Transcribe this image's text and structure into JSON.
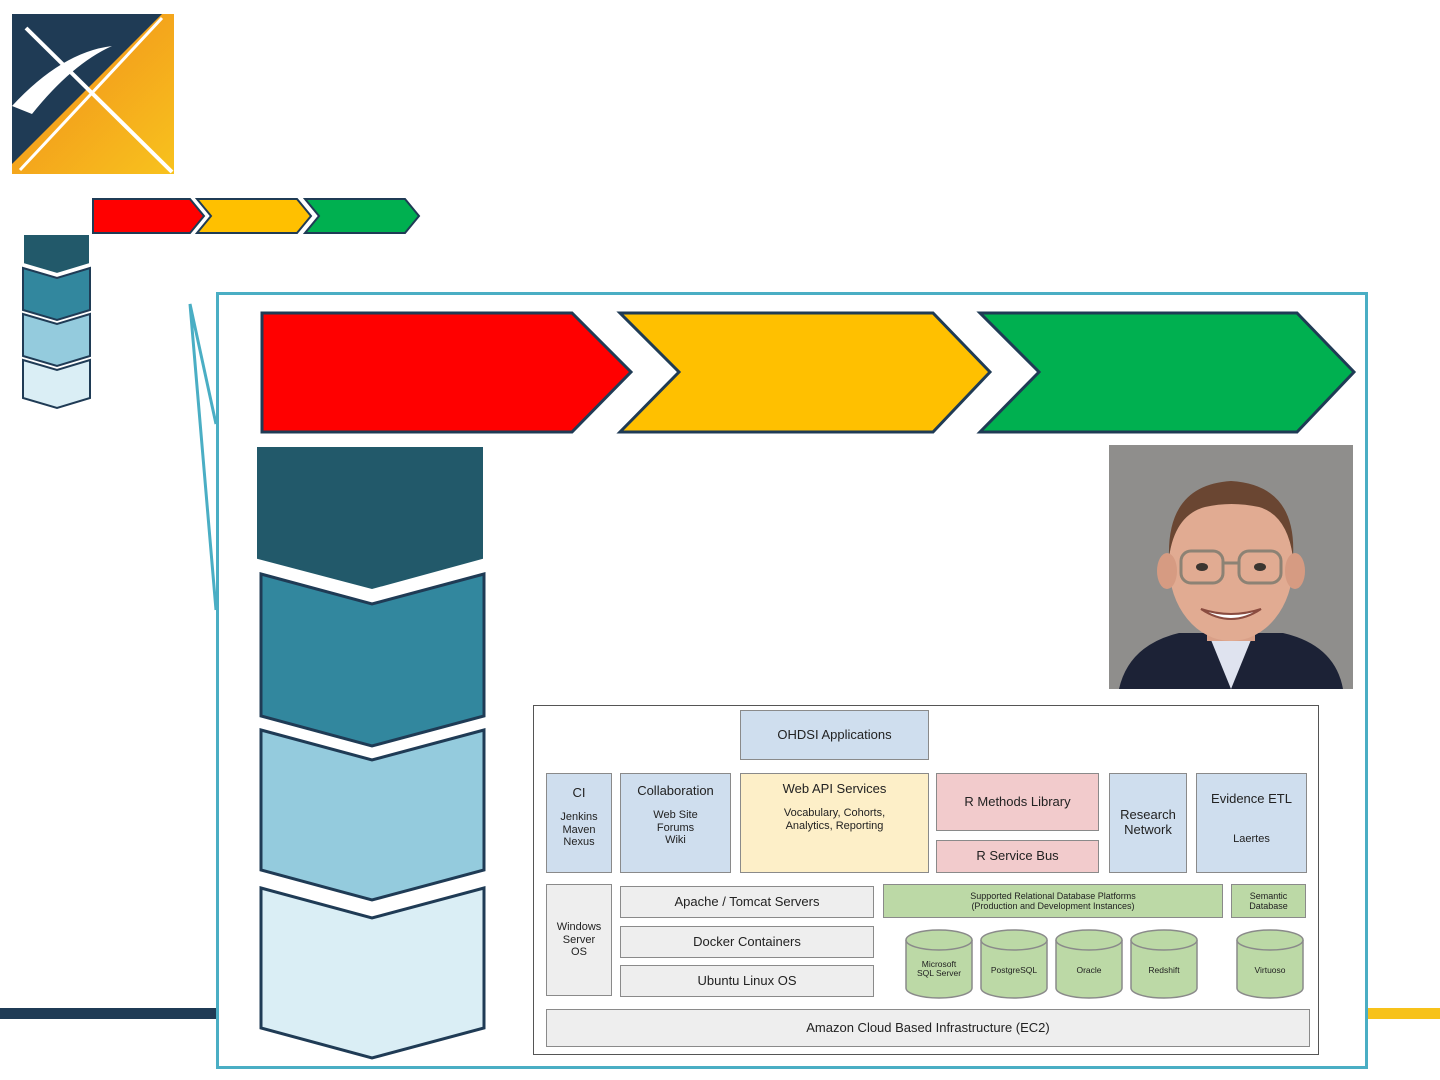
{
  "colors": {
    "navy": "#1f3b55",
    "orange": "#f39c1f",
    "yellow_accent": "#f7c21a",
    "red": "#ff0000",
    "amber": "#ffc000",
    "green": "#00b050",
    "teal_frame": "#4aaec4",
    "chevron_1": "#22596a",
    "chevron_2": "#32879e",
    "chevron_3": "#94cbdd",
    "chevron_4": "#daeef5"
  },
  "logo": {
    "icon": "ohdsi-logo-icon"
  },
  "photo": {
    "icon": "person-portrait-icon"
  },
  "architecture": {
    "top_app": "OHDSI Applications",
    "ci": {
      "title": "CI",
      "items": "Jenkins\nMaven\nNexus"
    },
    "collaboration": {
      "title": "Collaboration",
      "items": "Web Site\nForums\nWiki"
    },
    "webapi": {
      "title": "Web API Services",
      "items": "Vocabulary, Cohorts,\nAnalytics, Reporting"
    },
    "r_methods": "R Methods Library",
    "r_service_bus": "R Service Bus",
    "research_network": "Research\nNetwork",
    "evidence_etl": {
      "title": "Evidence ETL",
      "items": "Laertes"
    },
    "windows": "Windows\nServer\nOS",
    "apache": "Apache / Tomcat Servers",
    "docker": "Docker Containers",
    "ubuntu": "Ubuntu Linux OS",
    "rdb_platforms": "Supported Relational Database Platforms\n(Production and Development Instances)",
    "semantic_db": "Semantic\nDatabase",
    "databases": [
      "Microsoft\nSQL Server",
      "PostgreSQL",
      "Oracle",
      "Redshift"
    ],
    "virtuoso": "Virtuoso",
    "amazon": "Amazon Cloud Based Infrastructure (EC2)"
  }
}
